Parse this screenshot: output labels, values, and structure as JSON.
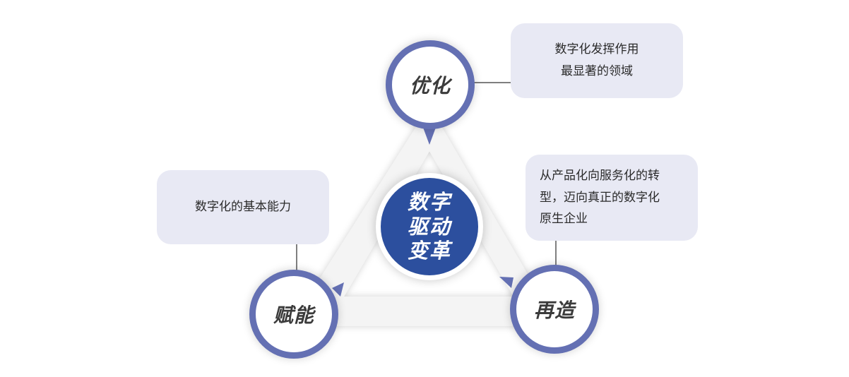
{
  "center": {
    "lines": [
      "数字",
      "驱动",
      "变革"
    ]
  },
  "nodes": {
    "top": {
      "label": "优化"
    },
    "left": {
      "label": "赋能"
    },
    "right": {
      "label": "再造"
    }
  },
  "notes": {
    "top": {
      "lines": [
        "数字化发挥作用",
        "最显著的领域"
      ]
    },
    "right": {
      "lines": [
        "从产品化向服务化的转",
        "型，迈向真正的数字化",
        "原生企业"
      ]
    },
    "left": {
      "lines": [
        "数字化的基本能力"
      ]
    }
  },
  "colors": {
    "ring": "#6470b3",
    "center_fill": "#2c4f9e",
    "note_bg": "#e8e9f4",
    "connector": "#555555"
  }
}
